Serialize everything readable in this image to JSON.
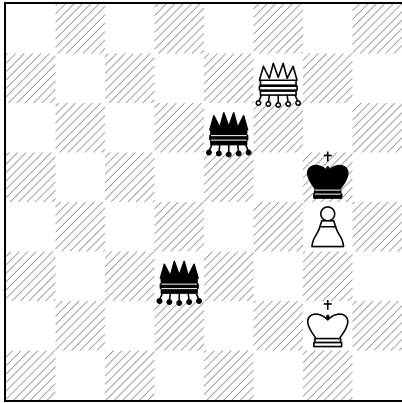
{
  "board": {
    "light_square_color": "#ffffff",
    "dark_square_style": "diagonal-hatch",
    "hatch_color": "#777777",
    "border_color": "#000000",
    "orientation": "white-at-bottom"
  },
  "pieces": [
    {
      "square": "f7",
      "piece": "queen",
      "color": "white",
      "icon": "white-queen-icon"
    },
    {
      "square": "e6",
      "piece": "queen",
      "color": "black",
      "icon": "black-queen-icon"
    },
    {
      "square": "g5",
      "piece": "king",
      "color": "black",
      "icon": "black-king-icon"
    },
    {
      "square": "g4",
      "piece": "pawn",
      "color": "white",
      "icon": "white-pawn-icon"
    },
    {
      "square": "d3",
      "piece": "queen",
      "color": "black",
      "icon": "black-queen-icon"
    },
    {
      "square": "g2",
      "piece": "king",
      "color": "white",
      "icon": "white-king-icon"
    }
  ]
}
